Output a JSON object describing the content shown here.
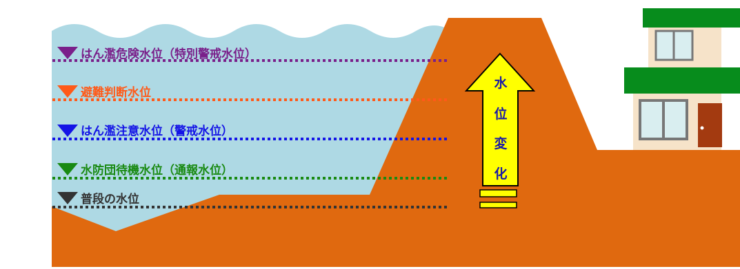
{
  "colors": {
    "water": "#aed9e4",
    "water_top": "#9fcde0",
    "ground": "#e0690f",
    "arrow_fill": "#ffff00",
    "roof_green": "#078c1c",
    "house_wall": "#f6e3c9",
    "door": "#a33a10"
  },
  "levels": [
    {
      "id": "danger",
      "label": "はん濫危険水位（特別警戒水位）",
      "color": "#7a1f8a"
    },
    {
      "id": "evacuation",
      "label": "避難判断水位",
      "color": "#ff5a19"
    },
    {
      "id": "caution",
      "label": "はん濫注意水位（警戒水位）",
      "color": "#1414e6"
    },
    {
      "id": "standby",
      "label": "水防団待機水位（通報水位）",
      "color": "#198a12"
    },
    {
      "id": "normal",
      "label": "普段の水位",
      "color": "#333333"
    }
  ],
  "arrow": {
    "chars": [
      "水",
      "位",
      "変",
      "化"
    ]
  },
  "icons": {
    "level_marker": "downward-triangle-icon",
    "arrow": "upward-arrow-icon",
    "house": "house-icon"
  }
}
